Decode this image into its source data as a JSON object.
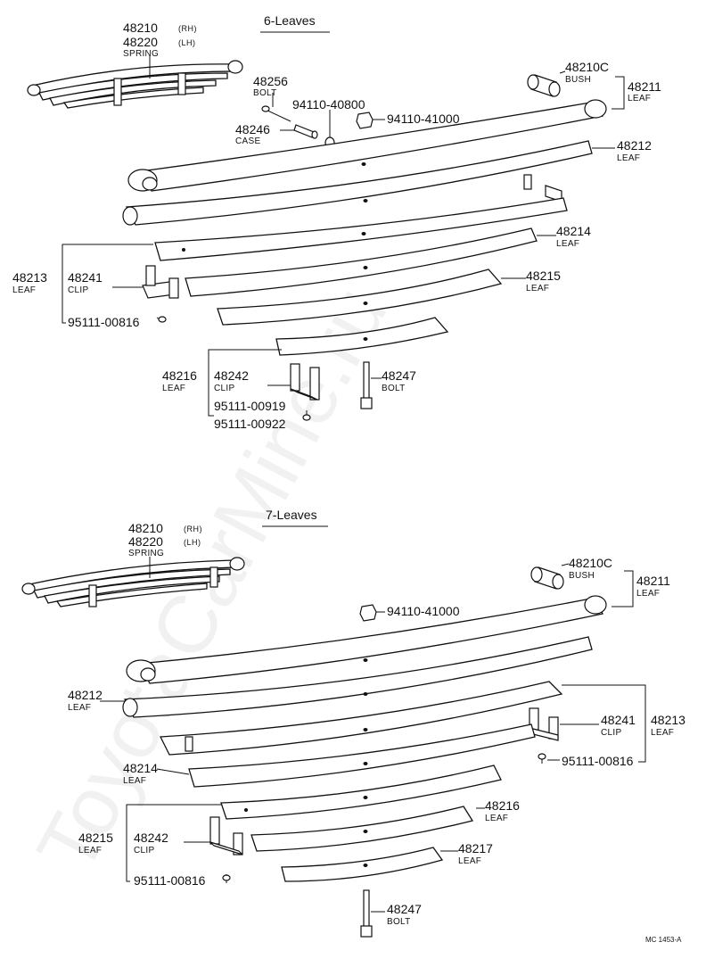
{
  "watermark": "ToyotaCarMine.ru",
  "figure_code": "MC 1453-A",
  "six_leaves": {
    "title": "6-Leaves",
    "labels": {
      "spring_rh": "48210",
      "rh": "(RH)",
      "spring_lh": "48220",
      "lh": "(LH)",
      "spring_word": "SPRING",
      "bolt_num": "48256",
      "bolt_word": "BOLT",
      "nut1": "94110-40800",
      "nut2": "94110-41000",
      "case_num": "48246",
      "case_word": "CASE",
      "bush_num": "48210C",
      "bush_word": "BUSH",
      "leaf1_num": "48211",
      "leaf1_word": "LEAF",
      "leaf2_num": "48212",
      "leaf2_word": "LEAF",
      "leaf3_num": "48213",
      "leaf3_word": "LEAF",
      "clip1_num": "48241",
      "clip1_word": "CLIP",
      "rivet1": "95111-00816",
      "leaf4_num": "48214",
      "leaf4_word": "LEAF",
      "leaf5_num": "48215",
      "leaf5_word": "LEAF",
      "leaf6_num": "48216",
      "leaf6_word": "LEAF",
      "clip2_num": "48242",
      "clip2_word": "CLIP",
      "rivet2": "95111-00919",
      "rivet3": "95111-00922",
      "cbolt_num": "48247",
      "cbolt_word": "BOLT"
    }
  },
  "seven_leaves": {
    "title": "7-Leaves",
    "labels": {
      "spring_rh": "48210",
      "rh": "(RH)",
      "spring_lh": "48220",
      "lh": "(LH)",
      "spring_word": "SPRING",
      "bush_num": "48210C",
      "bush_word": "BUSH",
      "leaf1_num": "48211",
      "leaf1_word": "LEAF",
      "nut": "94110-41000",
      "leaf2_num": "48212",
      "leaf2_word": "LEAF",
      "clip1_num": "48241",
      "clip1_word": "CLIP",
      "leaf3_num": "48213",
      "leaf3_word": "LEAF",
      "rivet1": "95111-00816",
      "leaf4_num": "48214",
      "leaf4_word": "LEAF",
      "leaf6_num": "48216",
      "leaf6_word": "LEAF",
      "leaf5_num": "48215",
      "leaf5_word": "LEAF",
      "clip2_num": "48242",
      "clip2_word": "CLIP",
      "leaf7_num": "48217",
      "leaf7_word": "LEAF",
      "rivet2": "95111-00816",
      "cbolt_num": "48247",
      "cbolt_word": "BOLT"
    }
  }
}
